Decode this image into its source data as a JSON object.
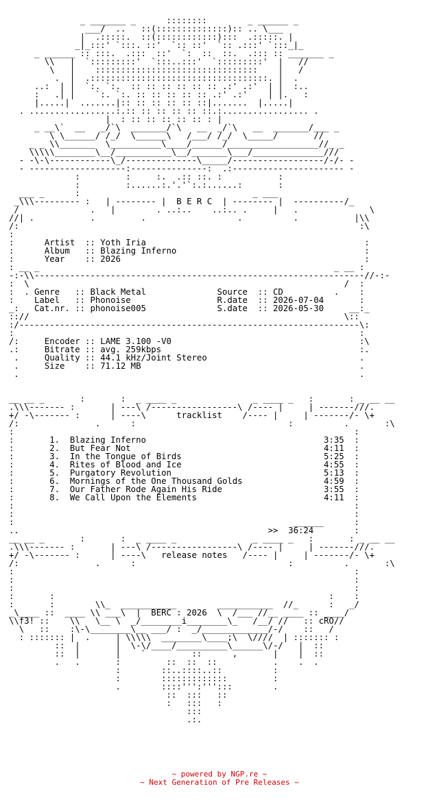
{
  "nfo_lines": [
    "              _ _______ _      ::::::::        _ ______ _",
    "               ___/  ..   ::(::::::::::::::):: .. \\___",
    "              |  .:::::.  ::(::::::::::::):::  .:::::. |",
    "             _|_:::' `:::. ::'  `:: ::'  `:: .:::' `:::_|_",
    "     _ ______ :: :::.  .:::  ::'  `:  ::  ::.  .::: :: _______ _",
    "       \\\\   |  `:::::::::'  `:::..:::'  `:::::::::'  |   //",
    "        \\   |    ::::::::::::::::::::::::::::::::    |   /",
    "         .  |  .:::::::::::::::::::::::::::::::::::. |  .",
    "     ..:  | |  `:. `:.  :: :: :: :: :: :: .:' .:'  | |  :..",
    "     :   .| |    `:. `:. :: :: :: :: :: .:' .:'    | |.   :",
    "     |.....|  .......|:: :: :: :: :: ::|.......  |.....|",
    "  . .................:.:: :: :: :: :: ::.:................. .",
    "                   |  : :: :: :: :: :: : |",
    "     _ __\\`  __   _/`\\  _______/`\\   __  _/`\\   __  _______/___ _",
    "        \\ \\______/ /_/  \\______\\   /___/ /_/  \\_____/       //",
    "    _ _ \\\\_______  \\__________\\____/______/__________________//_ _",
    "    \\\\\\\\\\________\\__/___________\\__/_______\\___/______________///",
    "  - -\\-\\------------\\_/--------------\\_____/------------------/-/- -",
    "  - -------------------:---------------:  .:---------------------- -",
    "             :         :     :.  .:: ::. :           :",
    "             :         :......:.'.'`:.:......:       :",
    "  ___ _      :                                  _ ___",
    " _\\\\\\--------- :   | -------- |  B E R C  | -------- |  ----------/_",
    " /              .   |        . ..:..    ..:.. .     |   .              \\",
    "//| .           .         .                  .          .           |\\\\",
    "/:                                                                   :\\",
    ":             ",
    ":      Artist  :: Yoth Iria                                           :",
    ":      Album   :: Blazing Inferno                                     :",
    ":      Year    :: 2026                                                :",
    ": __ _                                                          _ __ :",
    "-:-\\\\-----------------------------------------------------------------//-:-",
    ":  \\                                                              /  :",
    ":  . Genre   :: Black Metal              Source  :: CD          .    :",
    ":    Label   :: Phonoise                 R.date  :: 2026-07-04       :",
    "_:   Cat.nr. :: phonoise005              S.date  :: 2026-05-30     __:_",
    ":://                                                              \\::",
    ":/-------------------------------------------------------------------\\:",
    ":                                                                    :",
    "/:     Encoder :: LAME 3.100 -V0                                     :\\",
    ".:     Bitrate :: avg. 259kbps                                       :.",
    " .     Quality :: 44.1 kHz/Joint Stereo                              .",
    " .     Size    :: 71.12 MB                                           .",
    " .                                                                   .",
    "",
    "",
    "__ __ _       :       :  _ ____ _               _ ____ _   :       : _ __ __",
    ".\\\\\\------- :       | ---\\ /-----------------\\ /---- |     | -------///.",
    "+/ -\\------- :      | ----\\      tracklist    /---- |     | -------/- \\+",
    "/:               .      :                              :          .       :\\",
    ":                                                                   :",
    ":       1.  Blazing Inferno                                   3:35  :",
    ":       2.  But Fear Not                                      4:11  :",
    ":       3.  In the Tongue of Birds                            5:25  :",
    ":       4.  Rites of Blood and Ice                            4:55  :",
    ":       5.  Purgatory Revolution                              5:13  :",
    ":       6.  Mornings of the One Thousand Golds                4:59  :",
    ":       7.  Our Father Rode Again His Ride                    3:55  :",
    ":       8.  We Call Upon the Elements                         4:11  :",
    ":                                                                   :",
    ":                                                                   :",
    ":                                                       ______      :",
    "..                                                 >>  36:24        :",
    "__ __ _       :       :  _ ____ _               _ ____ _   :       : _ __ __",
    ".\\\\\\------- :       | ---\\ /-----------------\\ /---- |     | -------///.",
    "+/ -\\------- :      | ----\\   release notes   /---- |     | -------/- \\+",
    "/:               .      :                              :          .       :\\",
    ":                                                                   :",
    ":                                                                   :",
    ":                                                                   :",
    ":       :                                                      :    :",
    ":       :        \\\\_  ___________        ___________  //_      :   _/",
    "_\\____ ::  ____ \\\\ ___\\  |  BERC : 2026  \\  /___ //__ ____ :: ____/",
    "\\\\f3! ::    \\\\   \\__ \\  _/________i________\\_   /__/ //   :: cRO//",
    "  \\   ::    :\\-\\________\\__ ___/ :  _/_____________/-/    ::   /",
    "  : ::::::: |  .     | \\\\\\\\\\  ________\\____;\\  \\////  | ::::::: :",
    "         ::  |       |  \\-\\/____/__________\\______\\/-/   |  ::",
    "         ::  |       |    `         ::      ,       |    |  ::",
    "         .   .       :         ::  ::  ::           .    .  .",
    "                     :        ::..::::..::          :",
    "                     :        :::::::::::::         :",
    "                     .        ::::''':''':::        .",
    "                               ::  :::   ::",
    "                               :   :::   :",
    "                                   :::",
    "                                   .:."
  ],
  "footer": {
    "line1_prefix": "~ powered by ",
    "line1_link": "NGP.re",
    "line1_suffix": " ~",
    "line2": "~ Next Generation of Pre Releases ~"
  }
}
